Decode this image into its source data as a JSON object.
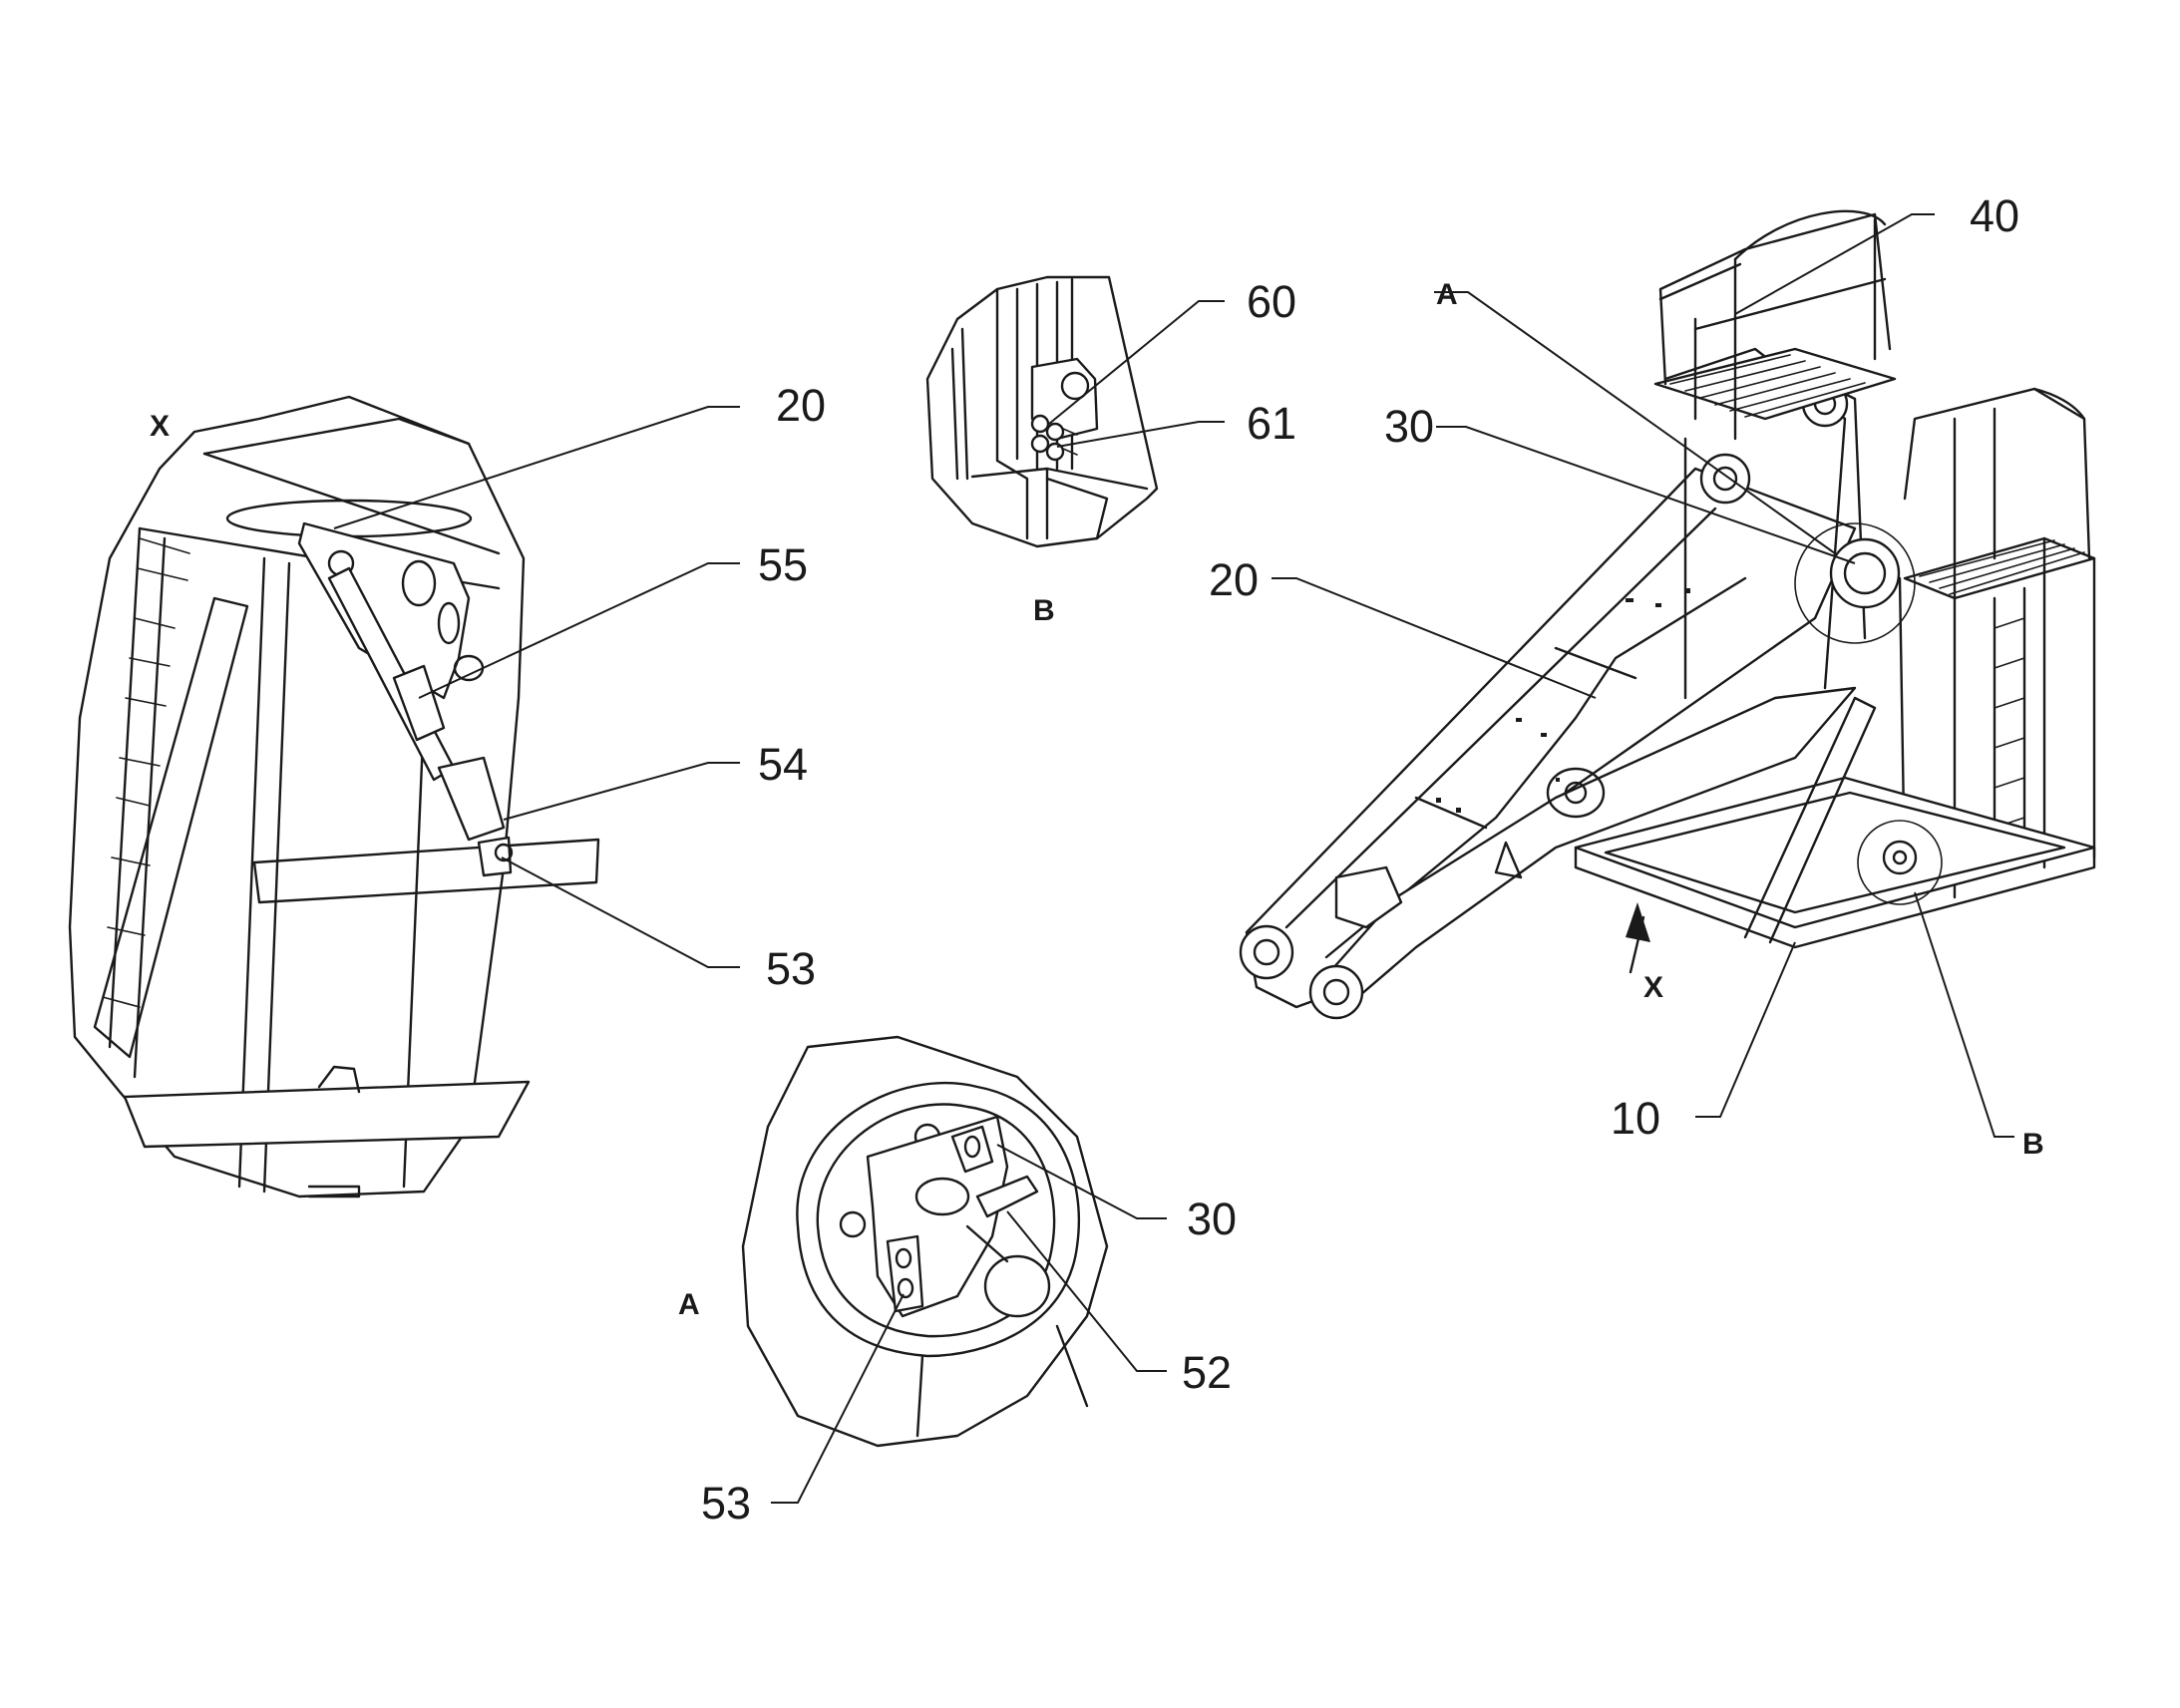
{
  "figure": {
    "views": {
      "view_x": {
        "tag": "X"
      },
      "detail_b": {
        "tag": "B"
      },
      "detail_a": {
        "tag": "A"
      },
      "main": {
        "tag_a": "A",
        "tag_b": "B",
        "tag_x": "X"
      }
    },
    "reference_numerals": {
      "view_x": [
        "20",
        "55",
        "54",
        "53"
      ],
      "detail_b": [
        "60",
        "61"
      ],
      "detail_a": [
        "30",
        "52",
        "53"
      ],
      "main": [
        "40",
        "30",
        "20",
        "10"
      ]
    }
  }
}
